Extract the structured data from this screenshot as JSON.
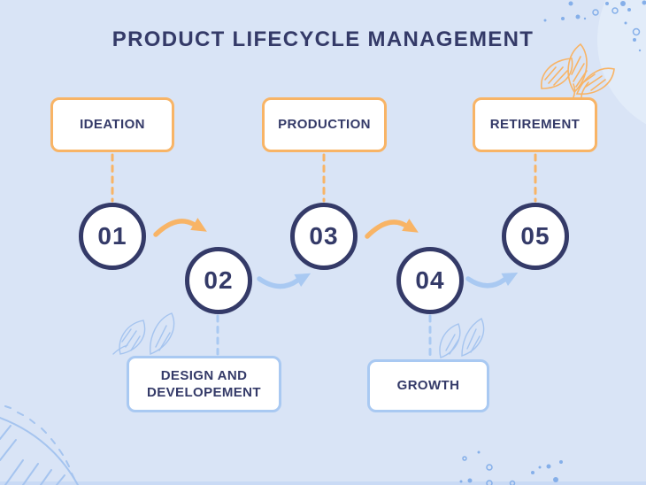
{
  "title": "PRODUCT LIFECYCLE MANAGEMENT",
  "stages": [
    {
      "number": "01",
      "label": "IDEATION",
      "accent": "orange",
      "row": "top"
    },
    {
      "number": "02",
      "label": "DESIGN AND DEVELOPEMENT",
      "accent": "blue",
      "row": "bottom"
    },
    {
      "number": "03",
      "label": "PRODUCTION",
      "accent": "orange",
      "row": "top"
    },
    {
      "number": "04",
      "label": "GROWTH",
      "accent": "blue",
      "row": "bottom"
    },
    {
      "number": "05",
      "label": "RETIREMENT",
      "accent": "orange",
      "row": "top"
    }
  ],
  "colors": {
    "background": "#D9E4F6",
    "orange": "#F8B466",
    "blue": "#A9C9F2",
    "navy": "#343A68",
    "white": "#FFFFFF",
    "dot_blue": "#85AFE9",
    "sketch_blue": "#A5C4EF",
    "bottom_strip": "#C9DAF5"
  },
  "decorations": {
    "top_right": "scattered-dots",
    "bottom_center": "scattered-dots",
    "retirement_box_top": "orange-leaf-sketch",
    "design_box_left": "blue-leaf-sketch",
    "growth_box_top": "blue-leaf-sketch",
    "bottom_left_corner": "radial-sun-sketch",
    "bottom_edge": "blue-strip"
  }
}
